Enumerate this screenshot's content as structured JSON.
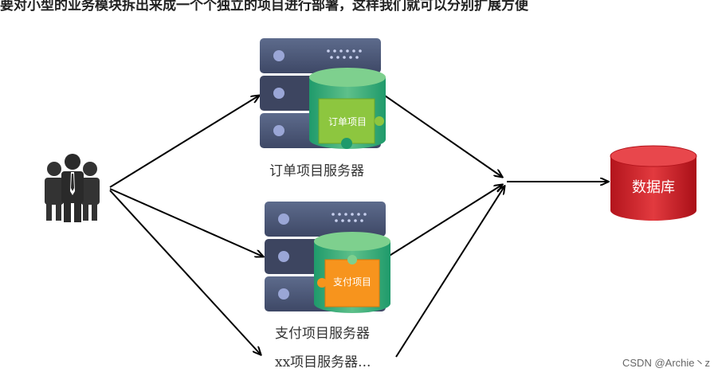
{
  "top_text": "要对小型的业务模块拆出来成一个个独立的项目进行部署，这样我们就可以分别扩展方便",
  "servers": [
    {
      "module": "订单项目",
      "caption": "订单项目服务器",
      "module_color": "#8dc63f"
    },
    {
      "module": "支付项目",
      "caption": "支付项目服务器",
      "module_color": "#f7941d"
    }
  ],
  "extra_server_caption": "xx项目服务器...",
  "database": {
    "label": "数据库",
    "color": "#d7262d"
  },
  "icons": {
    "users": "users-group-icon",
    "server": "server-rack-icon",
    "database": "database-cylinder-icon"
  },
  "watermark": "CSDN @Archie丶z"
}
